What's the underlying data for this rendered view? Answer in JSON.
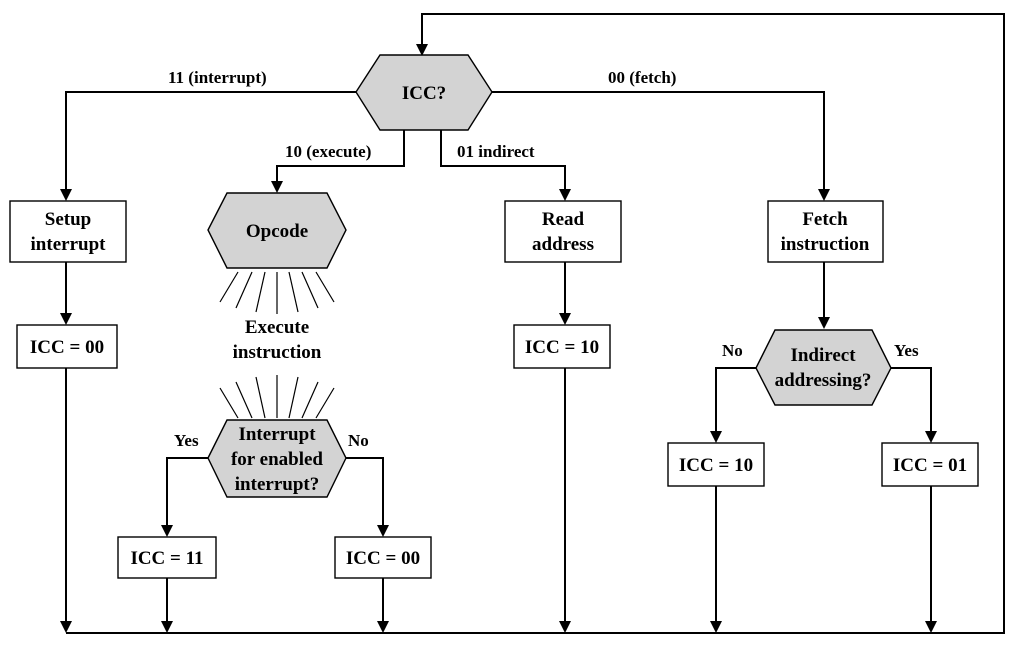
{
  "nodes": {
    "icc_decision": "ICC?",
    "setup_interrupt": [
      "Setup",
      "interrupt"
    ],
    "opcode": "Opcode",
    "read_address": [
      "Read",
      "address"
    ],
    "fetch_instruction": [
      "Fetch",
      "instruction"
    ],
    "icc_00_left": "ICC = 00",
    "execute_instruction": [
      "Execute",
      "instruction"
    ],
    "icc_10_middle": "ICC = 10",
    "indirect_addressing": [
      "Indirect",
      "addressing?"
    ],
    "interrupt_enabled": [
      "Interrupt",
      "for enabled",
      "interrupt?"
    ],
    "icc_11": "ICC = 11",
    "icc_00_bottom": "ICC = 00",
    "icc_10_right": "ICC = 10",
    "icc_01": "ICC = 01"
  },
  "edges": {
    "interrupt_11": "11 (interrupt)",
    "fetch_00": "00 (fetch)",
    "execute_10": "10 (execute)",
    "indirect_01": "01 indirect",
    "no_left": "No",
    "yes_right": "Yes",
    "yes_left": "Yes",
    "no_right": "No"
  }
}
